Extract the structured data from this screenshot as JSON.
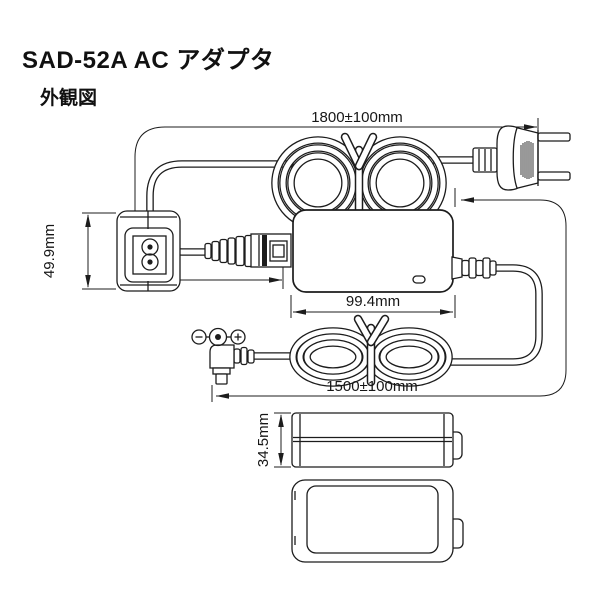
{
  "page": {
    "title": "SAD-52A AC アダプタ",
    "subtitle": "外観図"
  },
  "dims": {
    "ac_cord": "1800±100mm",
    "inlet_height": "49.9mm",
    "body_length": "99.4mm",
    "dc_cord": "1500±100mm",
    "body_thickness": "34.5mm"
  },
  "icons": {
    "polarity": "center-positive-polarity-icon"
  },
  "colors": {
    "line": "#1c1c1c",
    "background": "#ffffff"
  }
}
